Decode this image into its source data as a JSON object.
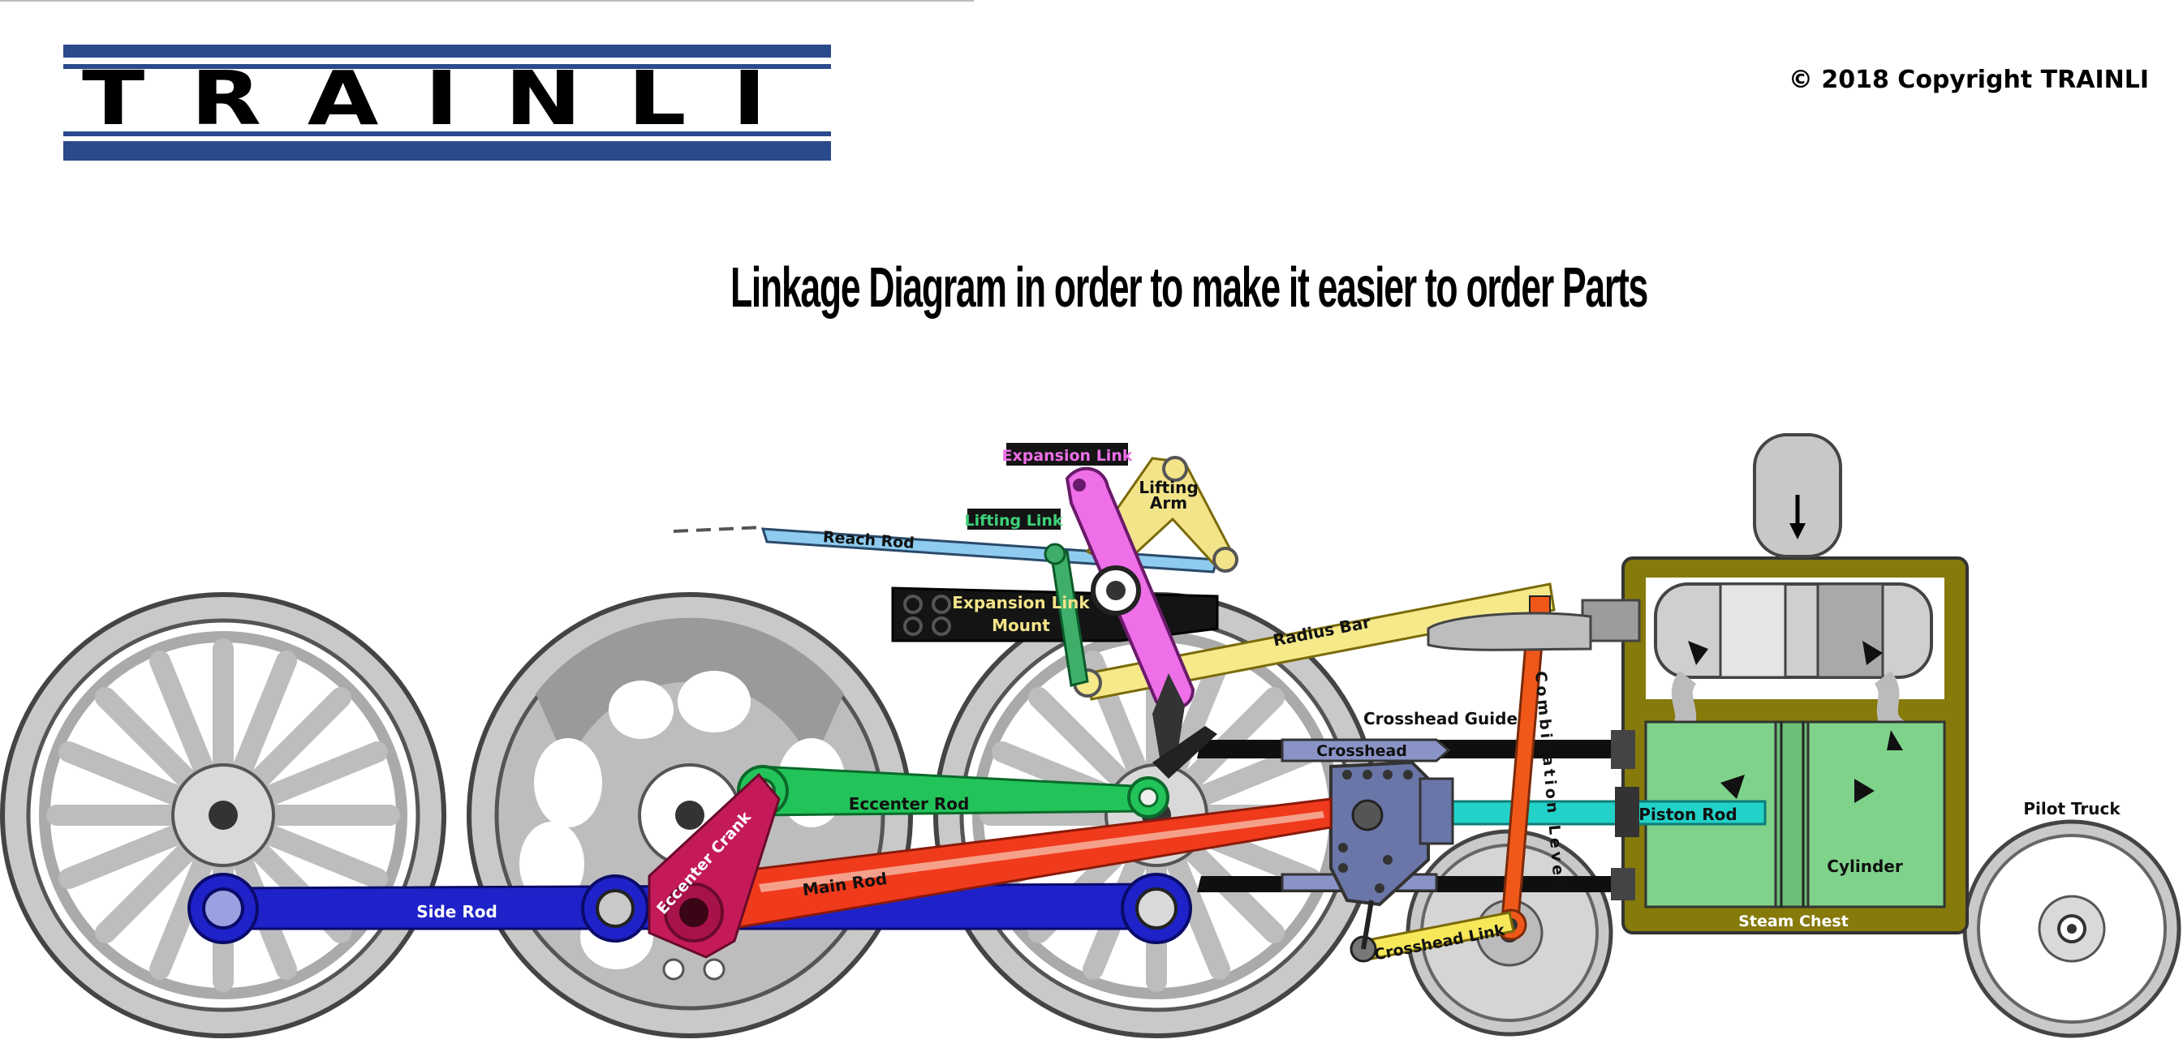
{
  "brand": {
    "name": "TRAINLI",
    "copyright": "© 2018 Copyright TRAINLI",
    "colors": {
      "stripe": "#2b4a8c",
      "text": "#000000"
    }
  },
  "title": "Linkage Diagram in order to make it easier to order Parts",
  "labels": {
    "expansion_link": "Expansion Link",
    "lifting_arm_1": "Lifting",
    "lifting_arm_2": "Arm",
    "lifting_link": "Lifting Link",
    "reach_rod": "Reach Rod",
    "expansion_link_mount_1": "Expansion Link",
    "expansion_link_mount_2": "Mount",
    "radius_bar": "Radius Bar",
    "crosshead_guide": "Crosshead Guide",
    "crosshead": "Crosshead",
    "combination_lever": "Combination Lever",
    "eccenter_rod": "Eccenter Rod",
    "eccenter_crank": "Eccenter Crank",
    "main_rod": "Main Rod",
    "side_rod": "Side Rod",
    "piston_rod": "Piston Rod",
    "cylinder": "Cylinder",
    "steam_chest": "Steam Chest",
    "crosshead_link": "Crosshead Link",
    "pilot_truck": "Pilot Truck"
  },
  "colors": {
    "side_rod": "#1e22c8",
    "main_rod": "#f03a1c",
    "eccenter_rod": "#22c45a",
    "eccenter_crank": "#c41a5a",
    "radius_bar": "#f5e98a",
    "reach_rod": "#8ecbef",
    "expansion_link": "#ee6fe8",
    "lifting_link": "#3fae6a",
    "lifting_arm": "#f3e48a",
    "mount": "#141414",
    "combination_lever": "#f0581a",
    "crosshead": "#6a76a8",
    "crosshead_guide": "#0f0f0f",
    "piston_rod": "#22d1c8",
    "cylinder": "#7fd28a",
    "steam_chest": "#857a0a",
    "crosshead_link": "#f7e85a",
    "wheel": "#d6d6d6"
  }
}
